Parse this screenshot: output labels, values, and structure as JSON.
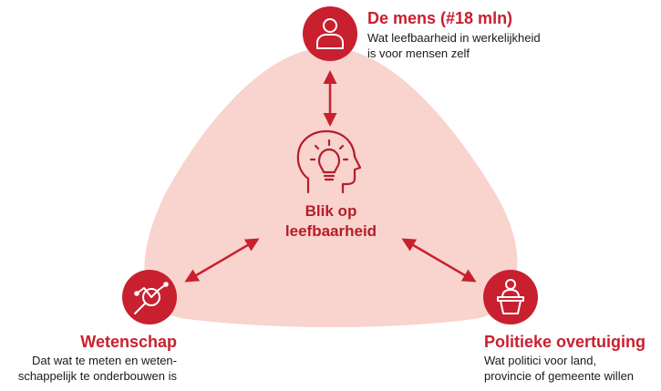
{
  "colors": {
    "accent": "#c8202f",
    "blob": "#f9d3cd",
    "text": "#1a1a1a"
  },
  "center": {
    "label": "Blik op\nleefbaarheid",
    "icon": "head-lightbulb-icon"
  },
  "nodes": {
    "top": {
      "title": "De mens (#18 mln)",
      "description": "Wat leefbaarheid in werkelijkheid\nis voor mensen zelf",
      "icon": "person-icon"
    },
    "left": {
      "title": "Wetenschap",
      "description": "Dat wat te meten en weten-\nschappelijk te onderbouwen is",
      "icon": "magnifier-chart-icon"
    },
    "right": {
      "title": "Politieke overtuiging",
      "description": "Wat politici voor land,\nprovincie of gemeente willen",
      "icon": "podium-speaker-icon"
    }
  }
}
